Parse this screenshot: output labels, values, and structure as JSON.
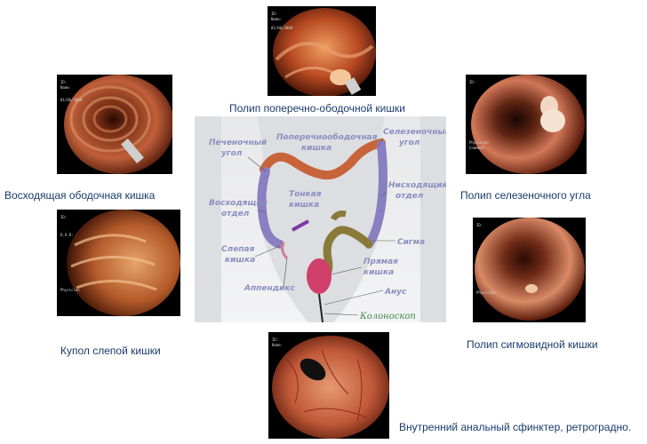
{
  "captions": {
    "transverse_polyp": "Полип поперечно-ободочной кишки",
    "ascending_colon": "Восходящая ободочная кишка",
    "splenic_polyp": "Полип селезеночного угла",
    "cecum_dome": "Купол слепой кишки",
    "sigmoid_polyp": "Полип сигмовидной кишки",
    "anal_sphincter": "Внутренний анальный сфинктер, ретроградно."
  },
  "diagram": {
    "hepatic_flexure": [
      "Печеночный",
      "угол"
    ],
    "transverse_colon": [
      "Поперечноободочная",
      "кишка"
    ],
    "splenic_flexure": [
      "Селезеночный",
      "угол"
    ],
    "ascending": [
      "Восходящий",
      "отдел"
    ],
    "small_intestine": [
      "Тонкая",
      "кишка"
    ],
    "descending": [
      "Нисходящий",
      "отдел"
    ],
    "sigma": "Сигма",
    "cecum": [
      "Слепая",
      "кишка"
    ],
    "rectum": [
      "Прямая",
      "кишка"
    ],
    "appendix": "Аппендикс",
    "anus": "Анус",
    "colonoscope": "Колоноскоп"
  },
  "colors": {
    "caption": "#1a3a6b",
    "colon_orange": "#c8643a",
    "colon_purple": "#8a7fc0",
    "rectum_pink": "#d0406a",
    "label_purple": "#8a8fc0",
    "label_green": "#3f8a4c"
  }
}
